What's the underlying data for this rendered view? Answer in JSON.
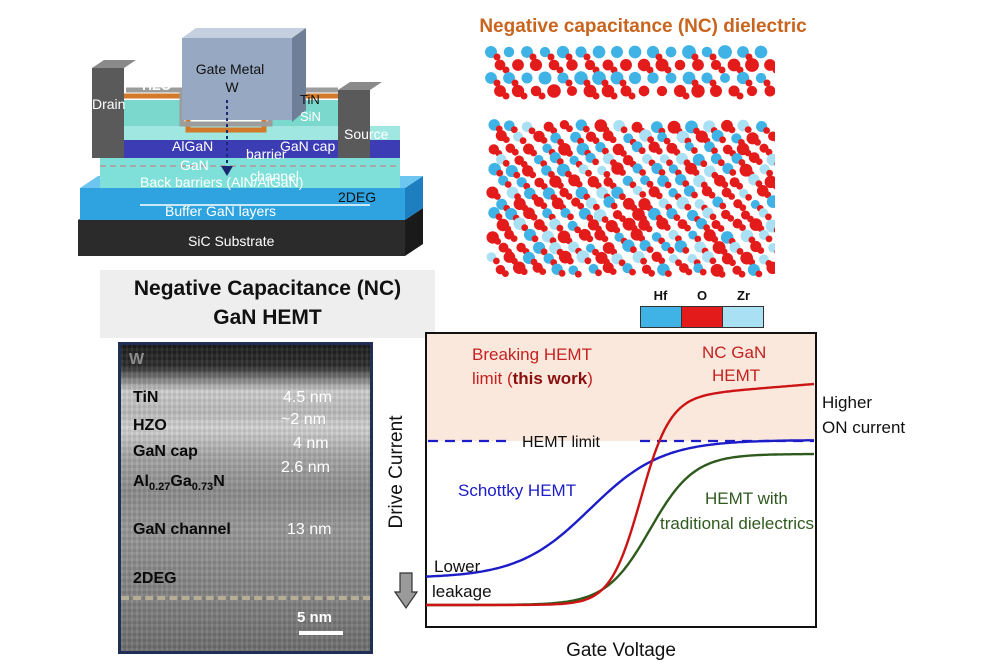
{
  "device": {
    "gate_metal": "Gate Metal",
    "gate_w": "W",
    "hzo": "HZO",
    "tin": "TiN",
    "sin": "SiN",
    "drain": "Drain",
    "source": "Source",
    "gan_cap": "GaN cap",
    "algan": "AlGaN",
    "barrier": "barrier",
    "gan": "GaN",
    "channel": "channel",
    "twodeg": "2DEG",
    "back_barriers": "Back barriers (AlN/AlGaN)",
    "buffer": "Buffer GaN layers",
    "substrate": "SiC Substrate"
  },
  "nc_dielectric": {
    "title": "Negative capacitance (NC) dielectric",
    "legend": [
      "Hf",
      "O",
      "Zr"
    ],
    "colors": {
      "hf": "#3fb3e6",
      "o": "#e41b1b",
      "zr": "#a9e0f3"
    }
  },
  "center_title": {
    "line1": "Negative Capacitance (NC)",
    "line2": "GaN HEMT"
  },
  "tem": {
    "w": "W",
    "layers": [
      {
        "label": "TiN",
        "value": "4.5 nm"
      },
      {
        "label": "HZO",
        "value": "~2 nm"
      },
      {
        "label": "GaN cap",
        "value": "4 nm"
      },
      {
        "label": "Al",
        "sub1": "0.27",
        "mid": "Ga",
        "sub2": "0.73",
        "end": "N",
        "value": "2.6 nm"
      },
      {
        "label": "GaN channel",
        "value": "13 nm"
      }
    ],
    "twodeg": "2DEG",
    "scale": "5 nm"
  },
  "chart_data": {
    "type": "line",
    "xlabel": "Gate Voltage",
    "ylabel": "Drive Current",
    "region_label_line1": "Breaking HEMT",
    "region_label_pre": "limit (",
    "region_label_bold": "this work",
    "region_label_post": ")",
    "hemt_limit_label": "HEMT limit",
    "annotations": {
      "lower": "Lower",
      "leakage": "leakage",
      "higher": "Higher",
      "on_current": "ON current"
    },
    "series": [
      {
        "name": "Schottky HEMT",
        "color": "#1c1cc8"
      },
      {
        "name": "NC GaN HEMT",
        "name_line1": "NC GaN",
        "name_line2": "HEMT",
        "color": "#cc1414"
      },
      {
        "name": "HEMT with traditional dielectrics",
        "name_line1": "HEMT with",
        "name_line2": "traditional dielectrics",
        "color": "#2f5a1e"
      }
    ],
    "colors": {
      "limit": "#1c1cc8",
      "region": "#fbe8dc",
      "arrow": "#9a9a9a"
    }
  }
}
